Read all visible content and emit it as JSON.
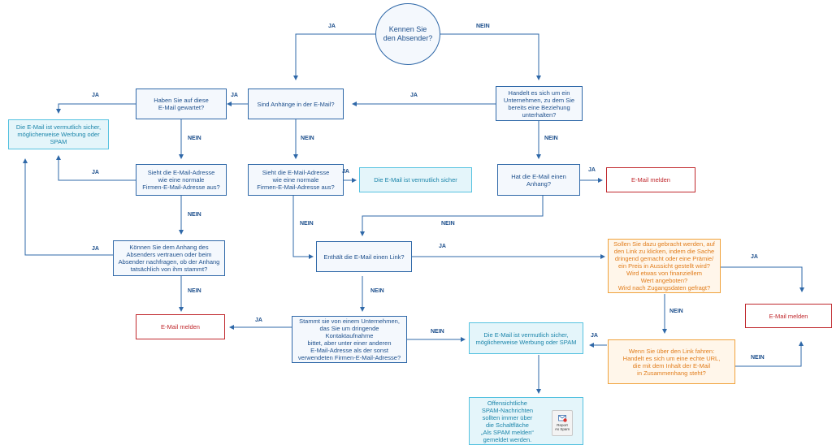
{
  "nodes": {
    "start": "Kennen Sie\nden Absender?",
    "expected": "Haben Sie auf diese\nE-Mail gewartet?",
    "attachments": "Sind Anhänge in der E-Mail?",
    "company": "Handelt es sich um ein\nUnternehmen, zu dem Sie\nbereits eine Beziehung\nunterhalten?",
    "safe_spam_1": "Die E-Mail ist vermutlich sicher,\nmöglicherweise Werbung oder SPAM",
    "addr_normal_1": "Sieht die E-Mail-Adresse\nwie eine normale\nFirmen-E-Mail-Adresse aus?",
    "addr_normal_2": "Sieht die E-Mail-Adresse\nwie eine normale\nFirmen-E-Mail-Adresse aus?",
    "safe_1": "Die E-Mail ist vermutlich sicher",
    "has_attachment": "Hat die E-Mail einen Anhang?",
    "report_1": "E-Mail melden",
    "trust_sender": "Können Sie dem Anhang des\nAbsenders vertrauen oder beim\nAbsender nachfragen, ob der Anhang\ntatsächlich von ihm stammt?",
    "contains_link": "Enthält die E-Mail einen Link?",
    "urgent": "Sollen Sie dazu gebracht werden, auf\nden Link zu klicken, indem die Sache\ndringend gemacht oder eine Prämie/\nein Preis in Aussicht gestellt wird?\nWird etwas von finanziellem\nWert angeboten?\nWird nach Zugangsdaten gefragt?",
    "report_right": "E-Mail melden",
    "report_left": "E-Mail melden",
    "urgent_request": "Stammt sie von einem Unternehmen,\ndas Sie um dringende Kontaktaufnahme\nbittet, aber unter einer anderen\nE-Mail-Adresse als der sonst\nverwendeten Firmen-E-Mail-Adresse?",
    "safe_spam_2": "Die E-Mail ist vermutlich sicher,\nmöglicherweise Werbung oder SPAM",
    "real_url": "Wenn Sie über den Link fahren:\nHandelt es sich um eine echte URL,\ndie mit dem Inhalt der E-Mail\nin Zusammenhang steht?",
    "spam_note": "Offensichtliche\nSPAM-Nachrichten\nsollten immer über\ndie Schaltfläche\n„Als SPAM melden“\ngemeldet werden."
  },
  "spam_button": {
    "label": "Report\nAs Spam",
    "icon": "mail-flag-icon"
  },
  "labels": {
    "yes": "JA",
    "no": "NEIN"
  },
  "colors": {
    "line": "#2f68a8",
    "blue": "#2f68a8",
    "cyan": "#55c2e0",
    "red": "#c0282d",
    "orange": "#f0a23c"
  }
}
